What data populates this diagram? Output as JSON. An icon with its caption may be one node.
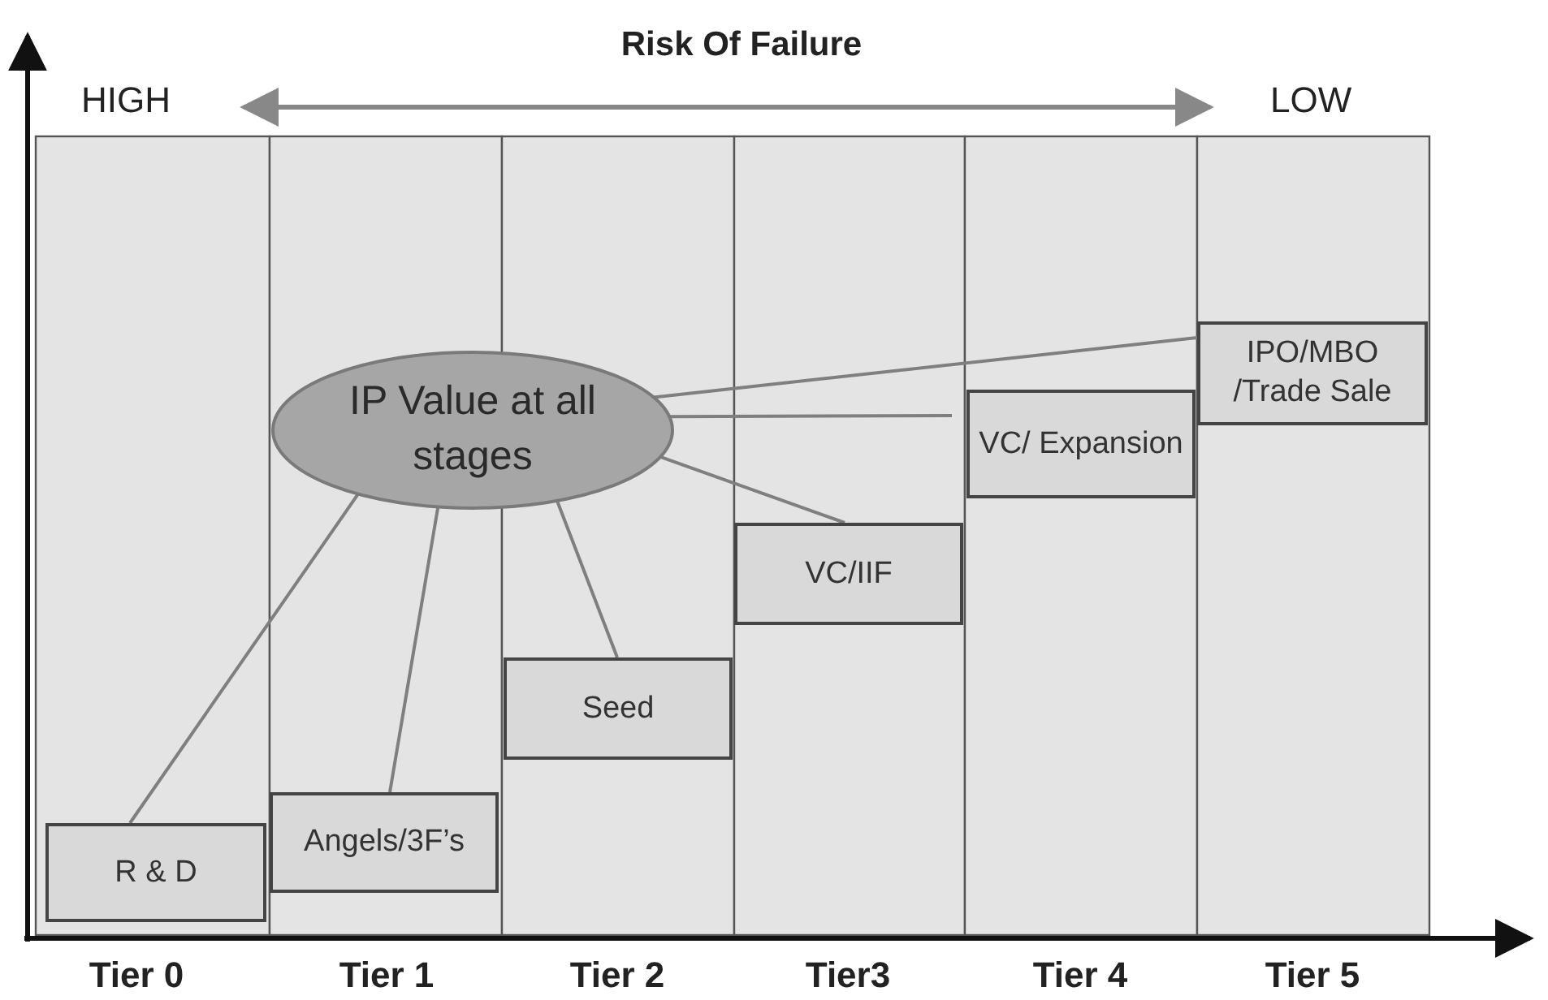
{
  "diagram": {
    "title": "Risk Of Failure",
    "nodes": [
      {
        "text": [
          "IP Value at all stages"
        ]
      },
      {
        "text": [
          "R & D"
        ]
      },
      {
        "text": [
          "Angels/3F’s"
        ]
      },
      {
        "text": [
          "Seed"
        ]
      },
      {
        "text": [
          "VC/IIF"
        ]
      },
      {
        "text": [
          "VC/ Expansion"
        ]
      },
      {
        "text": [
          "IPO/MBO /Trade Sale"
        ]
      }
    ],
    "edges": [
      {
        "from": 0,
        "to": 1,
        "arrow": "none"
      },
      {
        "from": 0,
        "to": 2,
        "arrow": "none"
      },
      {
        "from": 0,
        "to": 3,
        "arrow": "none"
      },
      {
        "from": 0,
        "to": 4,
        "arrow": "none"
      },
      {
        "from": 0,
        "to": 5,
        "arrow": "none"
      },
      {
        "from": 0,
        "to": 6,
        "arrow": "none"
      }
    ],
    "labels": [
      "HIGH",
      "LOW",
      "Tier 0",
      "Tier 1",
      "Tier 2",
      "Tier3",
      "Tier 4",
      "Tier 5"
    ]
  }
}
